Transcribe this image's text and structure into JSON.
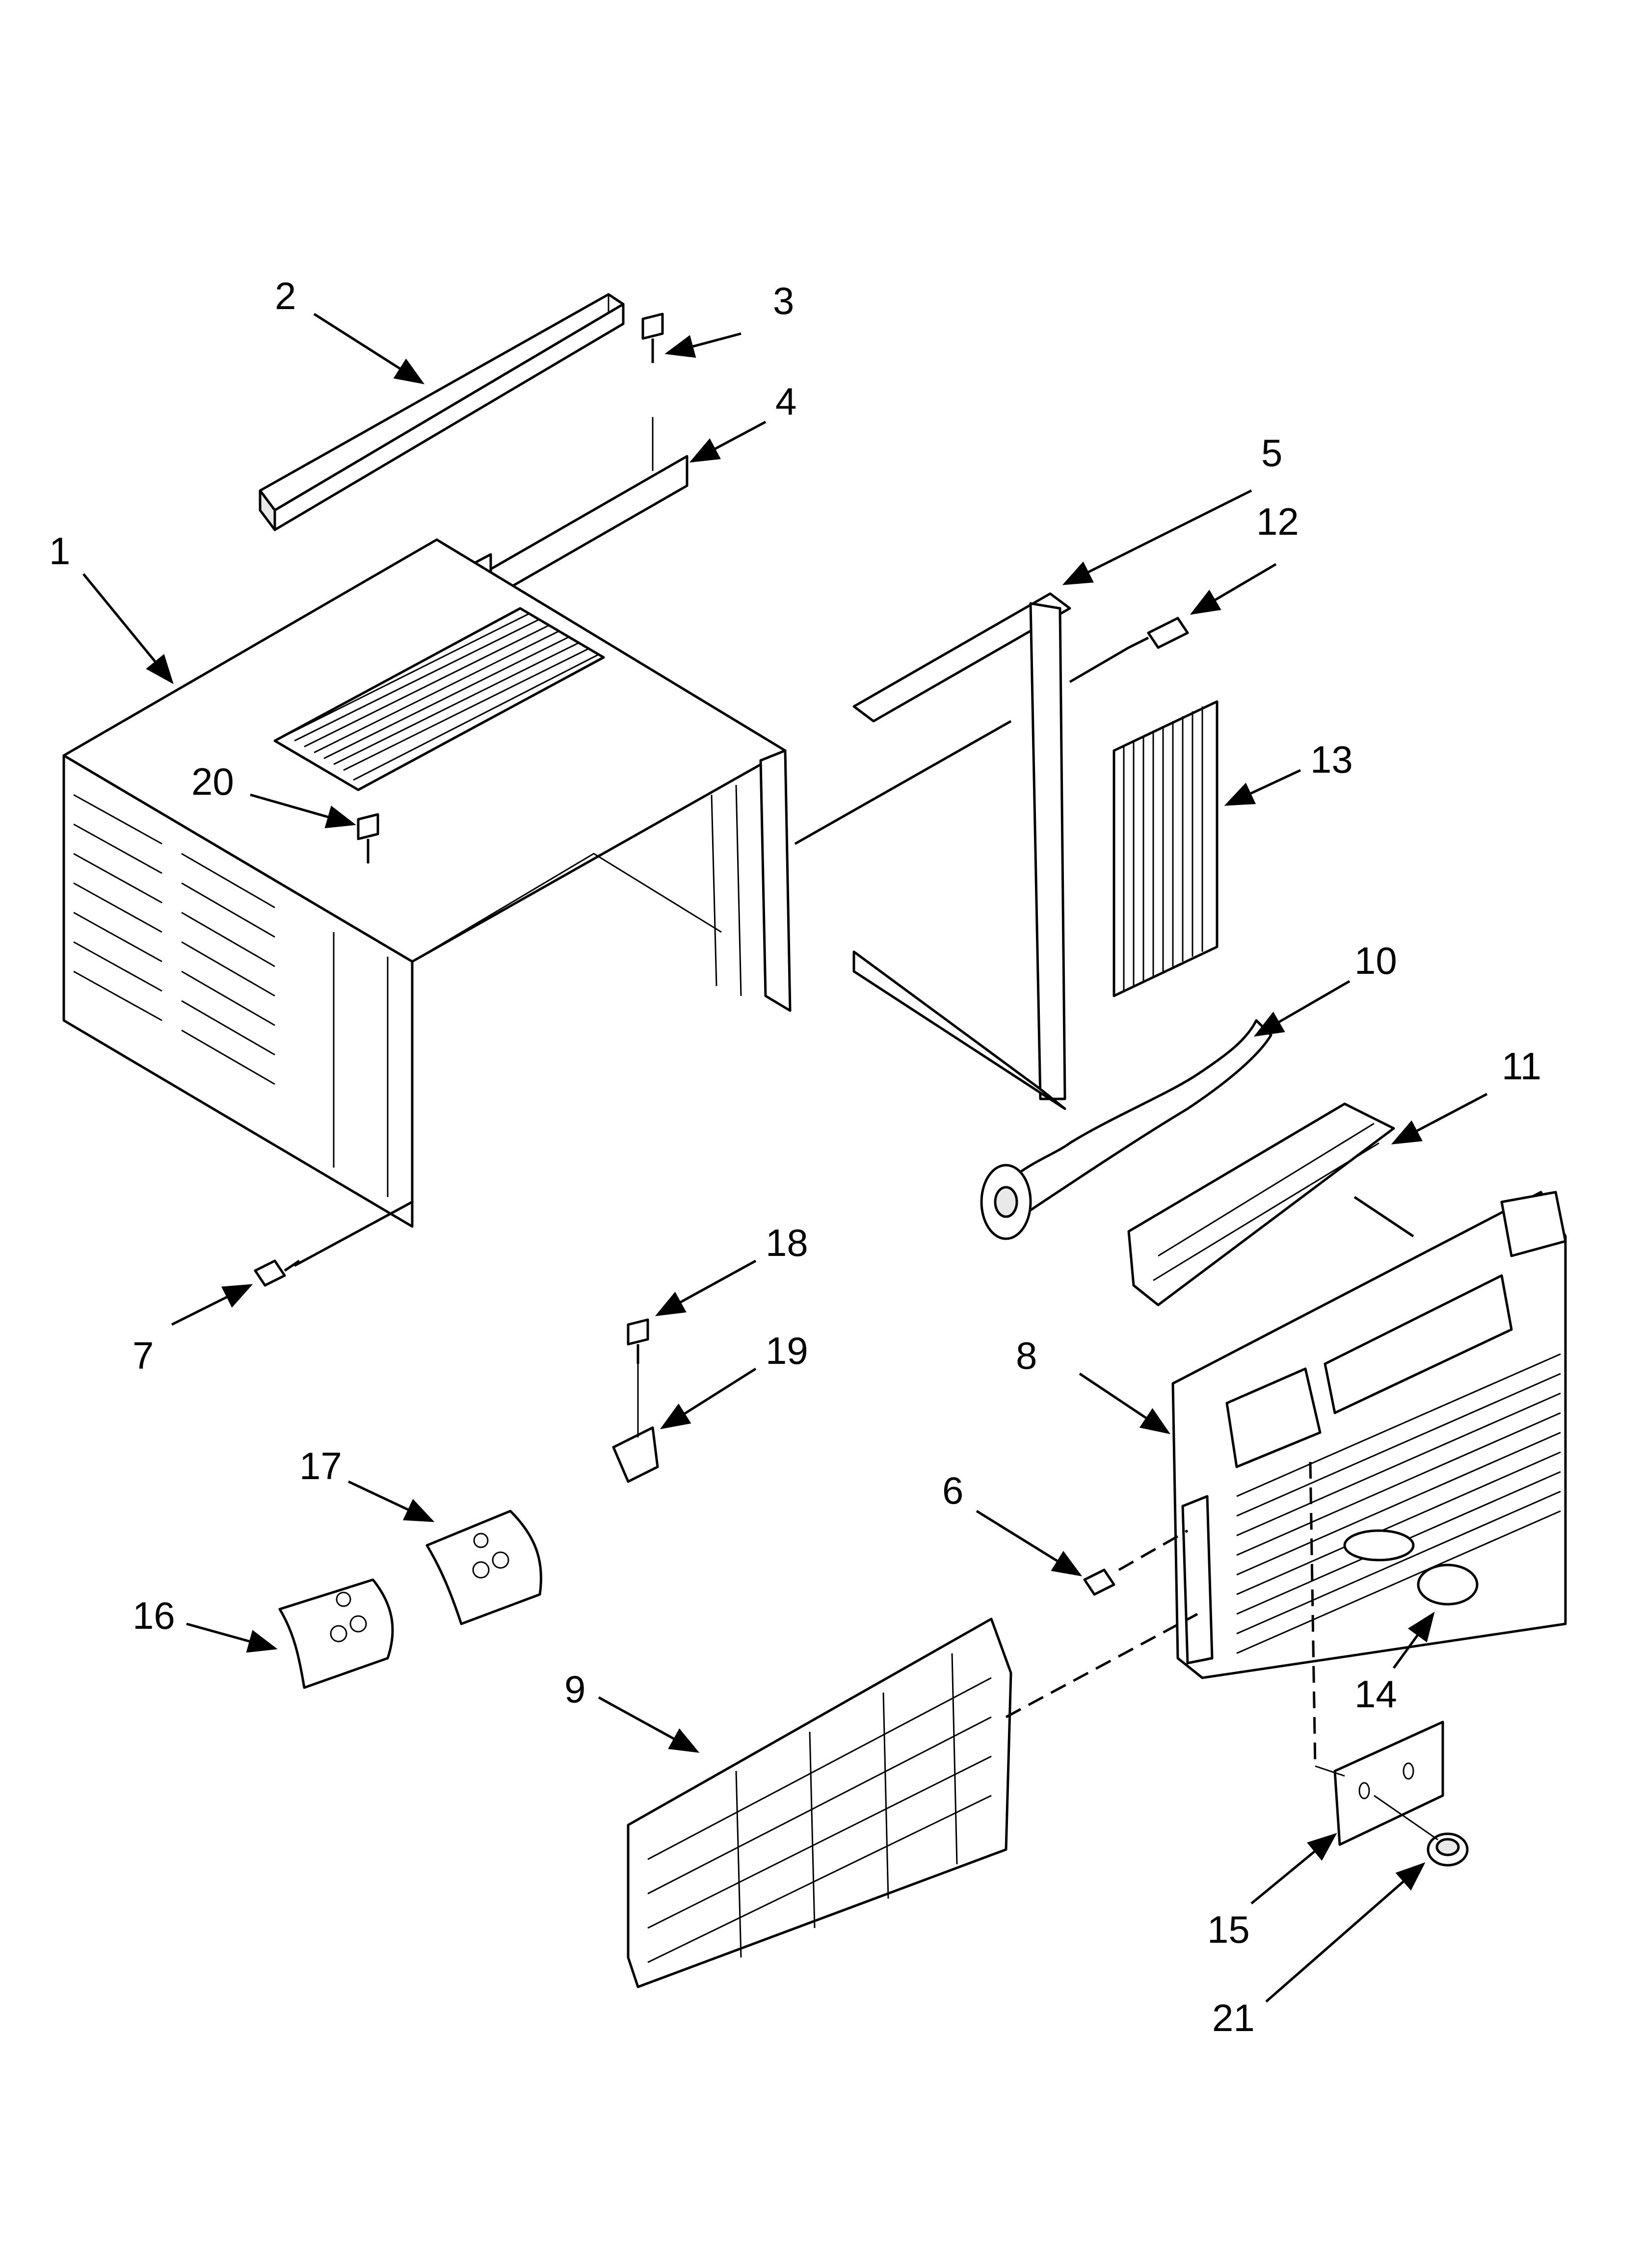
{
  "diagram": {
    "callouts": [
      {
        "id": "c1",
        "label": "1"
      },
      {
        "id": "c2",
        "label": "2"
      },
      {
        "id": "c3",
        "label": "3"
      },
      {
        "id": "c4",
        "label": "4"
      },
      {
        "id": "c5",
        "label": "5"
      },
      {
        "id": "c6",
        "label": "6"
      },
      {
        "id": "c7",
        "label": "7"
      },
      {
        "id": "c8",
        "label": "8"
      },
      {
        "id": "c9",
        "label": "9"
      },
      {
        "id": "c10",
        "label": "10"
      },
      {
        "id": "c11",
        "label": "11"
      },
      {
        "id": "c12",
        "label": "12"
      },
      {
        "id": "c13",
        "label": "13"
      },
      {
        "id": "c14",
        "label": "14"
      },
      {
        "id": "c15",
        "label": "15"
      },
      {
        "id": "c16",
        "label": "16"
      },
      {
        "id": "c17",
        "label": "17"
      },
      {
        "id": "c18",
        "label": "18"
      },
      {
        "id": "c19",
        "label": "19"
      },
      {
        "id": "c20",
        "label": "20"
      },
      {
        "id": "c21",
        "label": "21"
      }
    ]
  }
}
